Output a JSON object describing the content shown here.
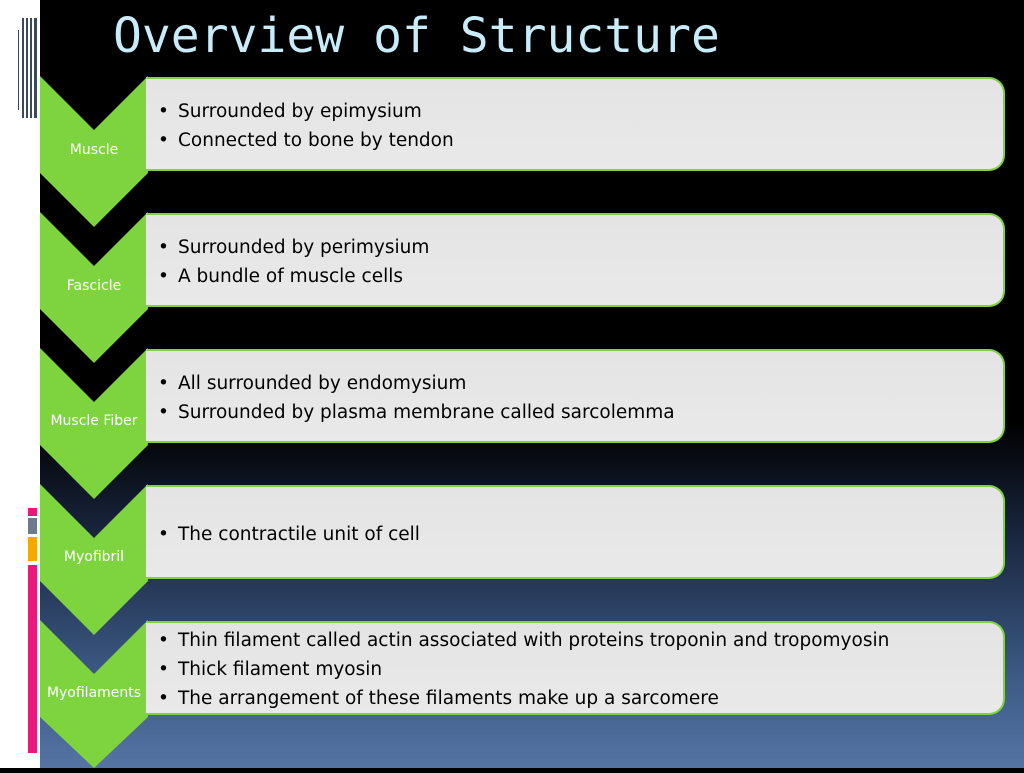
{
  "slide": {
    "title": "Overview of Structure"
  },
  "colors": {
    "accent_green": "#7ed43e",
    "title_color": "#c9ecfa",
    "box_fill": "#e6e6e6",
    "deco_pink": "#e8197a",
    "deco_gray": "#6b7b8c",
    "deco_orange": "#f5a800"
  },
  "levels": [
    {
      "label": "Muscle",
      "bullets": [
        "Surrounded by epimysium",
        "Connected to bone by tendon"
      ]
    },
    {
      "label": "Fascicle",
      "bullets": [
        "Surrounded by perimysium",
        "A bundle of muscle cells"
      ]
    },
    {
      "label": "Muscle Fiber",
      "bullets": [
        "All surrounded by endomysium",
        "Surrounded by plasma membrane called sarcolemma"
      ]
    },
    {
      "label": "Myofibril",
      "bullets": [
        "The contractile unit of  cell"
      ]
    },
    {
      "label": "Myofilaments",
      "bullets": [
        "Thin filament called actin  associated with proteins troponin and tropomyosin",
        "Thick filament myosin",
        "The arrangement of these filaments make up a sarcomere"
      ]
    }
  ]
}
